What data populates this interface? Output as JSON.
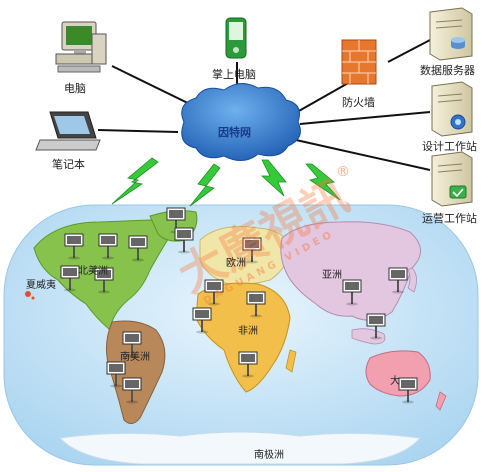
{
  "devices": {
    "computer": "电脑",
    "handheld": "掌上电脑",
    "laptop": "笔记本",
    "firewall": "防火墙",
    "data_server": "数据服务器",
    "design_ws": "设计工作站",
    "ops_ws": "运营工作站"
  },
  "cloud_label": "因特网",
  "continents": {
    "north_america": "北美洲",
    "south_america": "南美洲",
    "europe": "欧洲",
    "africa": "非洲",
    "asia": "亚洲",
    "oceania": "大",
    "antarctica": "南极洲",
    "hawaii": "夏威夷"
  },
  "watermark": {
    "main": "大廣視訊",
    "sub": "DAGUANG VIDEO"
  },
  "colors": {
    "ocean": "#cfe8f8",
    "north_america": "#86c24c",
    "south_america": "#b8875a",
    "europe": "#f0e6a8",
    "africa": "#f2c04a",
    "asia": "#e3c6e0",
    "oceania": "#f2a0b0",
    "cloud": "#2f74c8",
    "lightning": "#36c93a"
  },
  "icons": [
    "desktop-computer-icon",
    "pda-icon",
    "laptop-icon",
    "firewall-icon",
    "server-icon",
    "lightning-icon",
    "billboard-icon"
  ]
}
